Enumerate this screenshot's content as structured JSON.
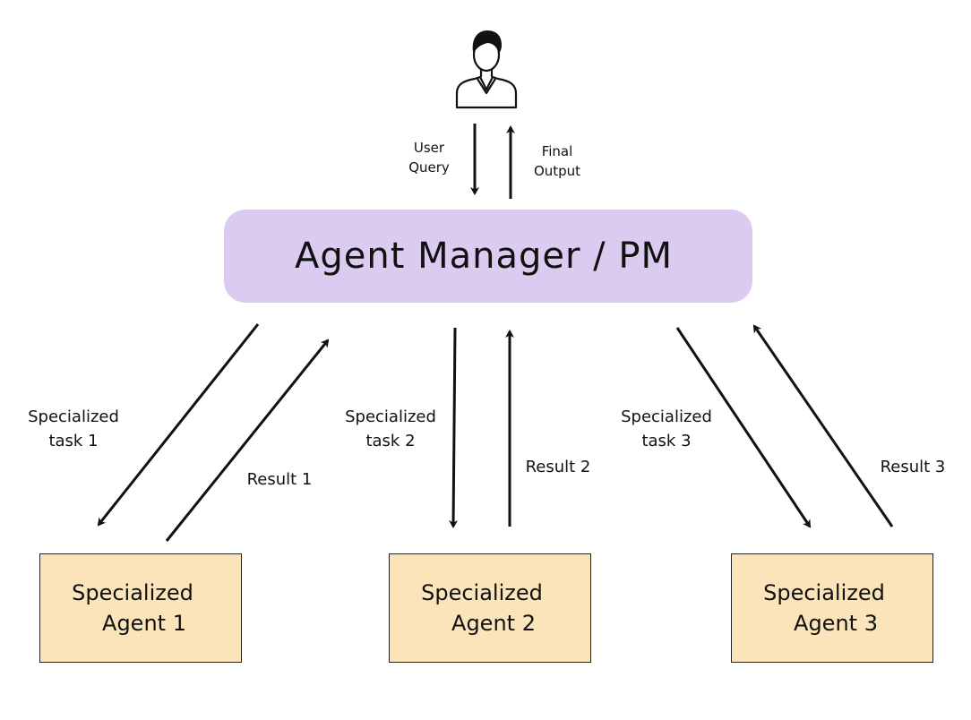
{
  "diagram": {
    "manager": {
      "title": "Agent Manager / PM"
    },
    "user_arrows": {
      "down_label": [
        "User",
        "Query"
      ],
      "up_label": [
        "Final",
        "Output"
      ]
    },
    "agents": [
      {
        "line1": "Specialized",
        "line2": "Agent 1",
        "task": [
          "Specialized",
          "task 1"
        ],
        "result": "Result 1"
      },
      {
        "line1": "Specialized",
        "line2": "Agent 2",
        "task": [
          "Specialized",
          "task 2"
        ],
        "result": "Result 2"
      },
      {
        "line1": "Specialized",
        "line2": "Agent 3",
        "task": [
          "Specialized",
          "task 3"
        ],
        "result": "Result 3"
      }
    ],
    "colors": {
      "manager_fill": "#dccbf0",
      "agent_fill": "#fbe4b9",
      "stroke": "#111111"
    },
    "icons": [
      "user-icon"
    ]
  }
}
